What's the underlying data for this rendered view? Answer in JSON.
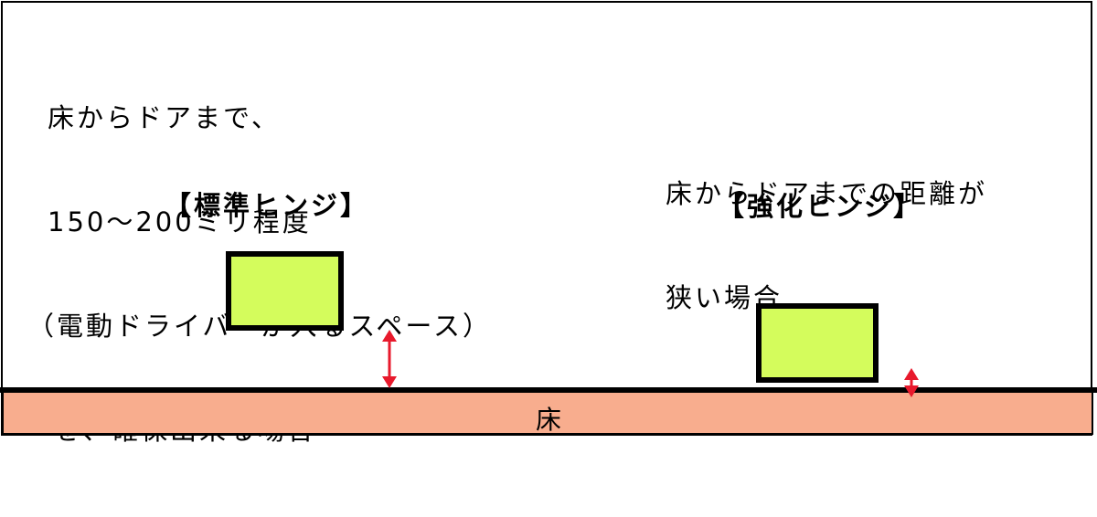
{
  "left": {
    "description_lines": [
      "床からドアまで、",
      "150～200ミリ程度",
      "（電動ドライバーが入るスペース）",
      "を、確保出来る場合"
    ],
    "hinge_label": "【標準ヒンジ】"
  },
  "right": {
    "description_lines": [
      "床からドアまでの距離が",
      "狭い場合"
    ],
    "hinge_label": "【強化ヒンジ】"
  },
  "floor": {
    "label": "床"
  },
  "colors": {
    "hinge_fill": "#d4fc5c",
    "floor_fill": "#f8ad8e",
    "arrow": "#e8192c",
    "outline": "#000000"
  }
}
